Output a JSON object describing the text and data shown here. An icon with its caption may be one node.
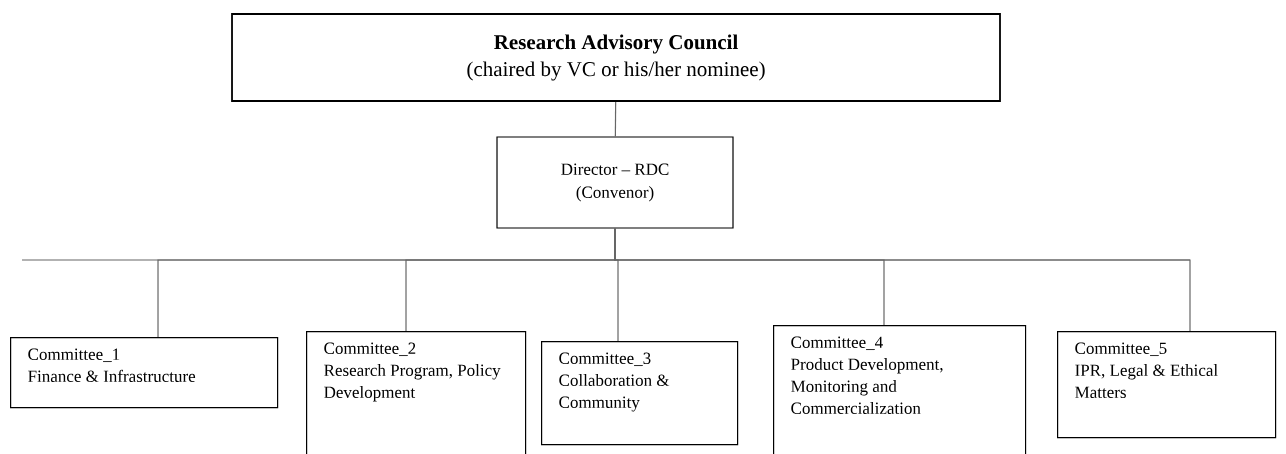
{
  "diagram": {
    "nodes": [
      {
        "text": [
          "Research Advisory Council",
          "(chaired by VC or his/her nominee)"
        ]
      },
      {
        "text": [
          "Director – RDC",
          "(Convenor)"
        ]
      },
      {
        "text": [
          "Committee_1",
          "Finance & Infrastructure"
        ]
      },
      {
        "text": [
          "Committee_2",
          "Research Program, Policy Development"
        ]
      },
      {
        "text": [
          "Committee_3",
          "Collaboration & Community"
        ]
      },
      {
        "text": [
          "Committee_4",
          "Product Development, Monitoring and Commercialization"
        ]
      },
      {
        "text": [
          "Committee_5",
          "IPR, Legal & Ethical Matters"
        ]
      }
    ],
    "edges": [
      {
        "from": 0,
        "to": 1,
        "arrow": "none"
      },
      {
        "from": 1,
        "to": 2,
        "arrow": "none"
      },
      {
        "from": 1,
        "to": 3,
        "arrow": "none"
      },
      {
        "from": 1,
        "to": 4,
        "arrow": "none"
      },
      {
        "from": 1,
        "to": 5,
        "arrow": "none"
      },
      {
        "from": 1,
        "to": 6,
        "arrow": "none"
      }
    ]
  }
}
